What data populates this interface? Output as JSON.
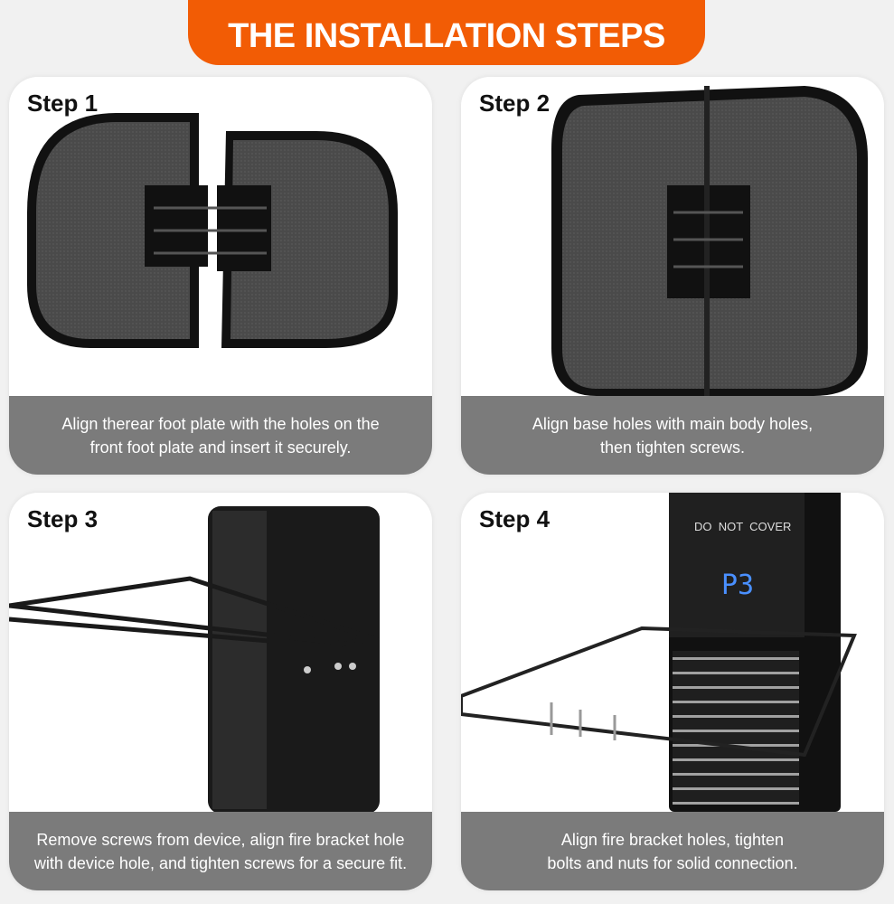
{
  "title": "THE INSTALLATION STEPS",
  "steps": [
    {
      "label": "Step 1",
      "caption_lines": [
        "Align therear foot plate with the holes on the",
        "front foot plate and insert it securely."
      ]
    },
    {
      "label": "Step 2",
      "caption_lines": [
        "Align base holes with main body holes,",
        "then tighten screws."
      ]
    },
    {
      "label": "Step 3",
      "caption_lines": [
        "Remove screws from device, align fire bracket hole",
        "with device hole, and tighten screws for a secure fit."
      ]
    },
    {
      "label": "Step 4",
      "caption_lines": [
        "Align fire bracket holes, tighten",
        "bolts and nuts for solid connection."
      ]
    }
  ],
  "device": {
    "panel_text": "DO  NOT  COVER",
    "display": "P3"
  },
  "colors": {
    "accent": "#f25c05",
    "caption_bg": "#7b7b7b",
    "display": "#4a90ff"
  }
}
